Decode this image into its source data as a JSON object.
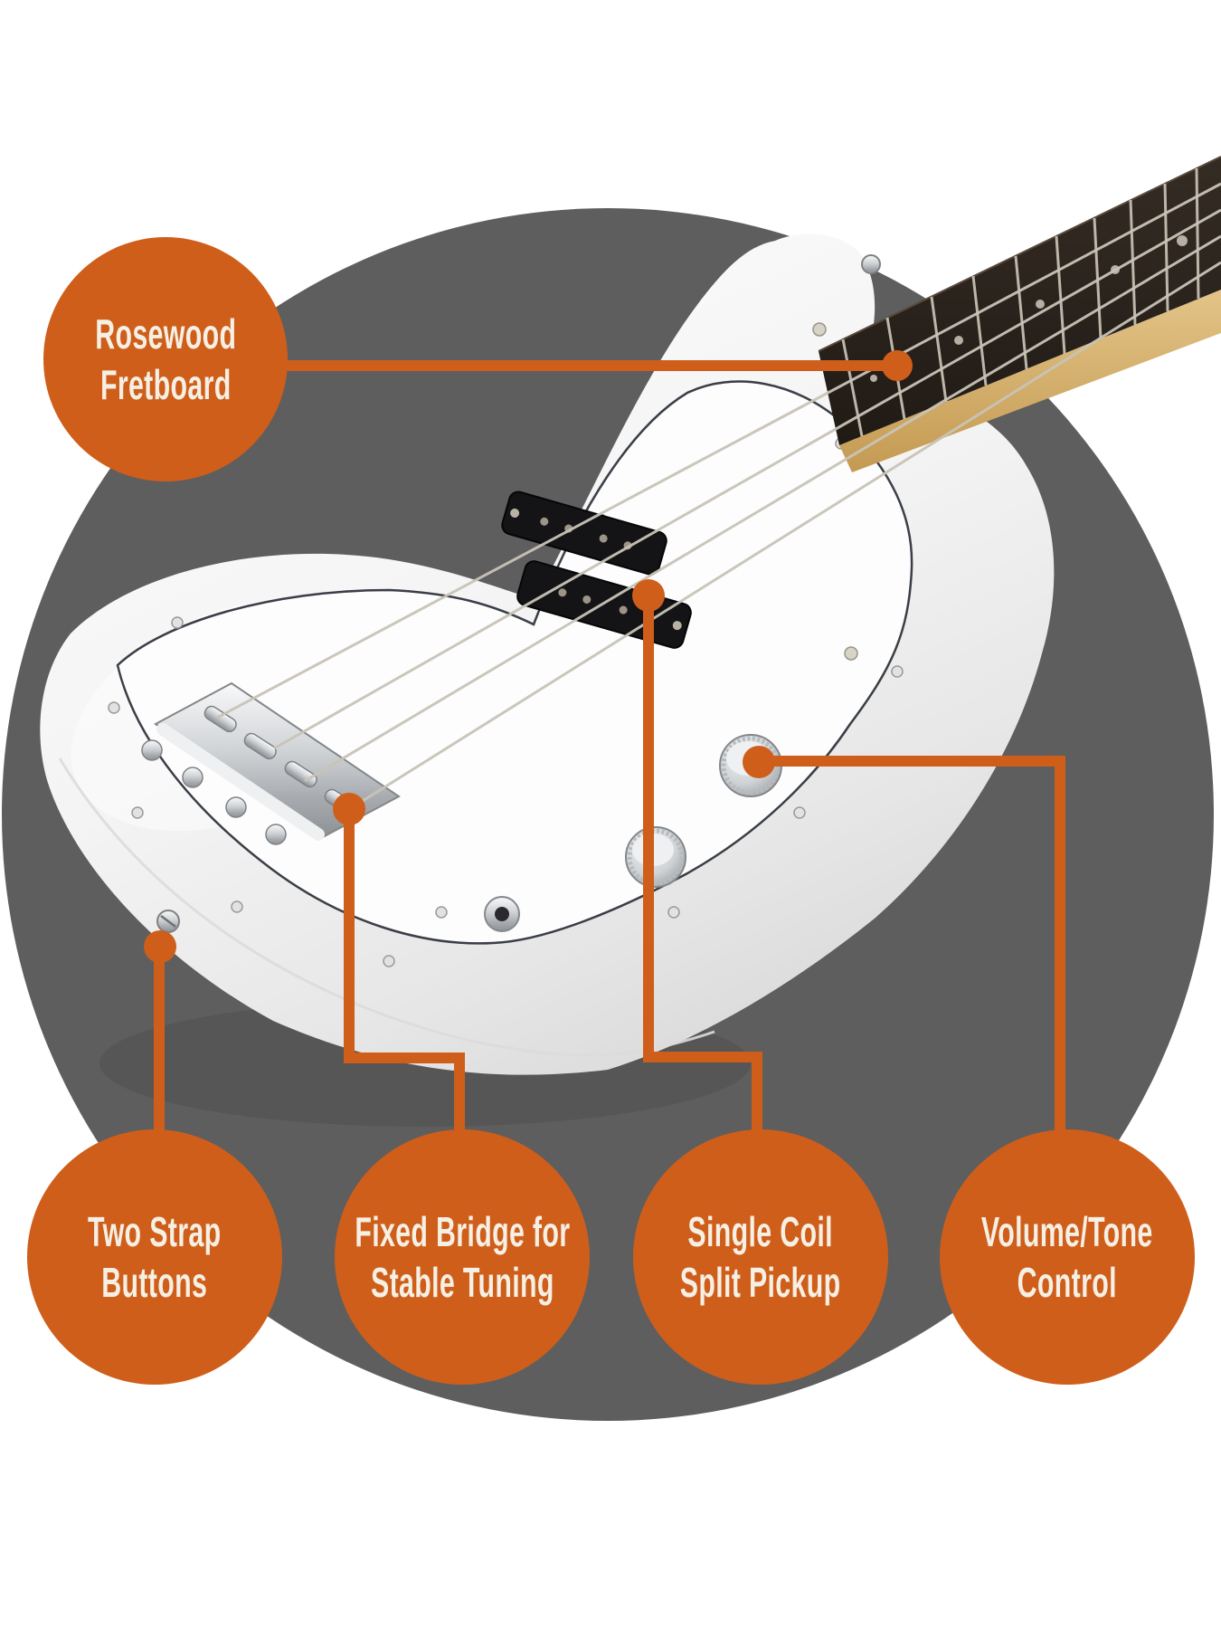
{
  "palette": {
    "page_bg": "#ffffff",
    "accent_orange": "#cf5e1a",
    "backdrop_gray": "#5e5e5e",
    "label_text": "#f5efe4"
  },
  "subject": {
    "name": "white-electric-bass-guitar"
  },
  "callouts": [
    {
      "id": "rosewood-fretboard",
      "line1": "Rosewood",
      "line2": "Fretboard"
    },
    {
      "id": "two-strap-buttons",
      "line1": "Two Strap",
      "line2": "Buttons"
    },
    {
      "id": "fixed-bridge",
      "line1": "Fixed Bridge for",
      "line2": "Stable Tuning"
    },
    {
      "id": "single-coil-split-pickup",
      "line1": "Single Coil",
      "line2": "Split Pickup"
    },
    {
      "id": "volume-tone-control",
      "line1": "Volume/Tone",
      "line2": "Control"
    }
  ]
}
